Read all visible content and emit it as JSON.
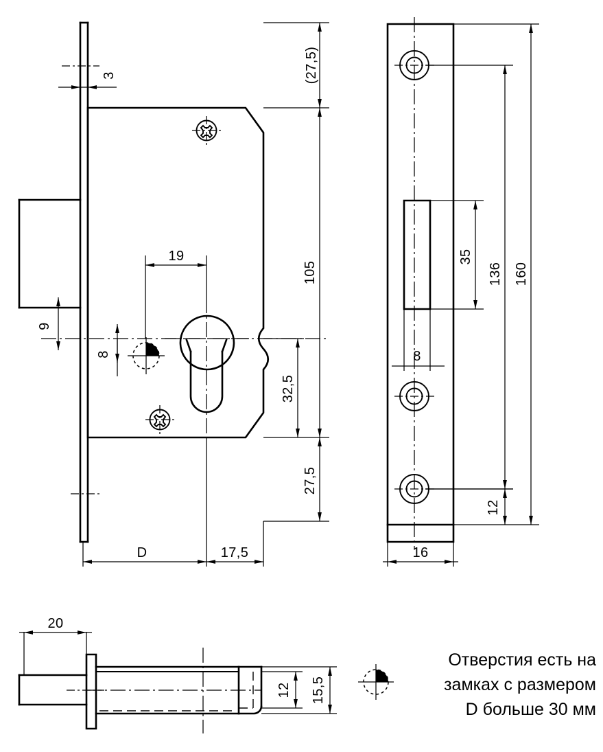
{
  "drawing": {
    "title": "Mortise lock dimensioned drawing",
    "units": "mm",
    "line_color": "#000000",
    "background_color": "#ffffff"
  },
  "views": {
    "front": {
      "name": "front-view",
      "dimensions": {
        "top_offset": "(27,5)",
        "body_height": "105",
        "bottom_offset": "27,5",
        "keyhole_center_to_bottom": "32,5",
        "backset_to_cylinder": "19",
        "faceplate_thickness": "3",
        "pin_hole_offset": "8",
        "bolt_offset": "9",
        "backset_label": "D",
        "front_edge_to_cylinder": "17,5"
      }
    },
    "side": {
      "name": "side-view",
      "dimensions": {
        "total_length": "160",
        "screw_hole_spacing": "136",
        "slot_length": "35",
        "slot_width": "8",
        "bottom_hole_offset": "12",
        "faceplate_width": "16"
      }
    },
    "bolt": {
      "name": "bolt-detail-view",
      "dimensions": {
        "faceplate_offset": "20",
        "bolt_inner_height": "12",
        "bolt_height": "15,5"
      }
    }
  },
  "legend": {
    "name": "hole-note",
    "icon": "half-filled-circle-icon",
    "lines": [
      "Отверстия есть на",
      "замках с размером",
      "D больше 30 мм"
    ]
  }
}
